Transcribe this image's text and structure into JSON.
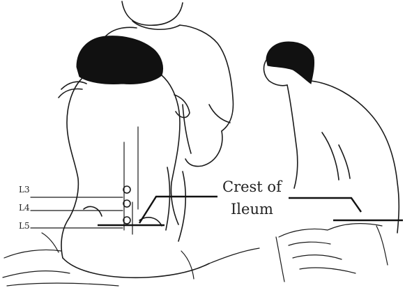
{
  "labels": {
    "l3": "L3",
    "l4": "L4",
    "l5": "L5",
    "crest_line1": "Crest of",
    "crest_line2": "Ileum"
  },
  "colors": {
    "ink": "#1a1a1a",
    "background": "#ffffff"
  }
}
